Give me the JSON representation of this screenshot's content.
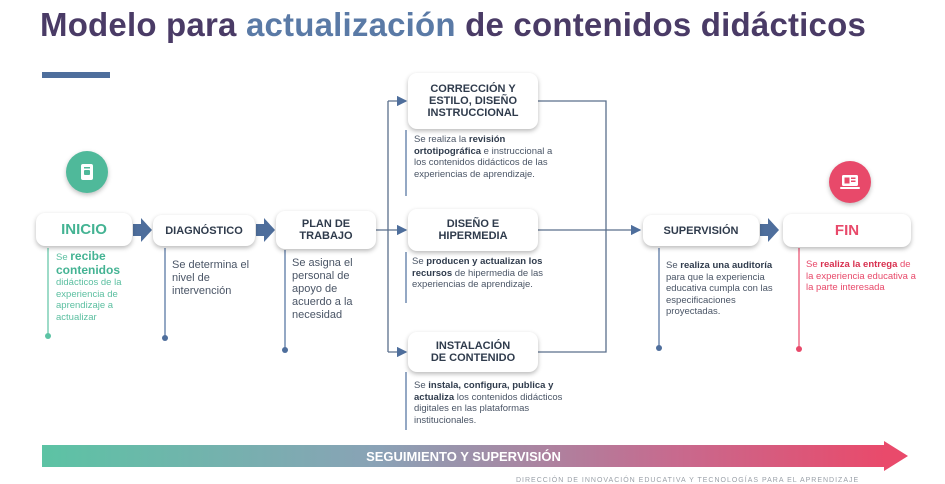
{
  "title": {
    "part1": "Modelo para ",
    "highlight": "actualización",
    "part2": " de contenidos didácticos"
  },
  "steps": {
    "inicio": {
      "label": "INICIO",
      "pre": "Se ",
      "strong": "recibe contenidos",
      "post": " didácticos de la experiencia de aprendizaje a actualizar"
    },
    "diagnostico": {
      "label": "DIAGNÓSTICO",
      "desc": "Se determina el nivel de intervención"
    },
    "plan": {
      "label": "PLAN DE TRABAJO",
      "desc": "Se asigna el personal de apoyo de acuerdo a la necesidad"
    },
    "correccion": {
      "label": "CORRECCIÓN Y ESTILO, DISEÑO INSTRUCCIONAL",
      "pre": "Se realiza la ",
      "strong": "revisión ortotipográfica",
      "post": " e instruccional a los contenidos didácticos de las experiencias de aprendizaje."
    },
    "diseno": {
      "label": "DISEÑO E HIPERMEDIA",
      "pre": "Se ",
      "strong": "producen y actualizan los recursos",
      "post": " de hipermedia de las experiencias de aprendizaje."
    },
    "instalacion": {
      "label": "INSTALACIÓN DE CONTENIDO",
      "pre": "Se ",
      "strong": "instala, configura, publica y actualiza",
      "post": " los contenidos didácticos digitales en las plataformas institucionales."
    },
    "supervision": {
      "label": "SUPERVISIÓN",
      "pre": "Se ",
      "strong": "realiza una auditoría",
      "post": " para que la experiencia educativa cumpla con las especificaciones proyectadas."
    },
    "fin": {
      "label": "FIN",
      "pre": "Se ",
      "strong": "realiza la entrega",
      "post": " de la experiencia educativa a la parte interesada"
    }
  },
  "bar_label": "SEGUIMIENTO Y SUPERVISIÓN",
  "footer": "DIRECCIÓN DE INNOVACIÓN EDUCATIVA Y TECNOLOGÍAS PARA EL APRENDIZAJE",
  "colors": {
    "green": "#44b393",
    "pink": "#e8496a",
    "navy": "#4e6e9c",
    "title": "#4a3b66"
  },
  "icons": {
    "start": "document-icon",
    "end": "laptop-icon"
  }
}
